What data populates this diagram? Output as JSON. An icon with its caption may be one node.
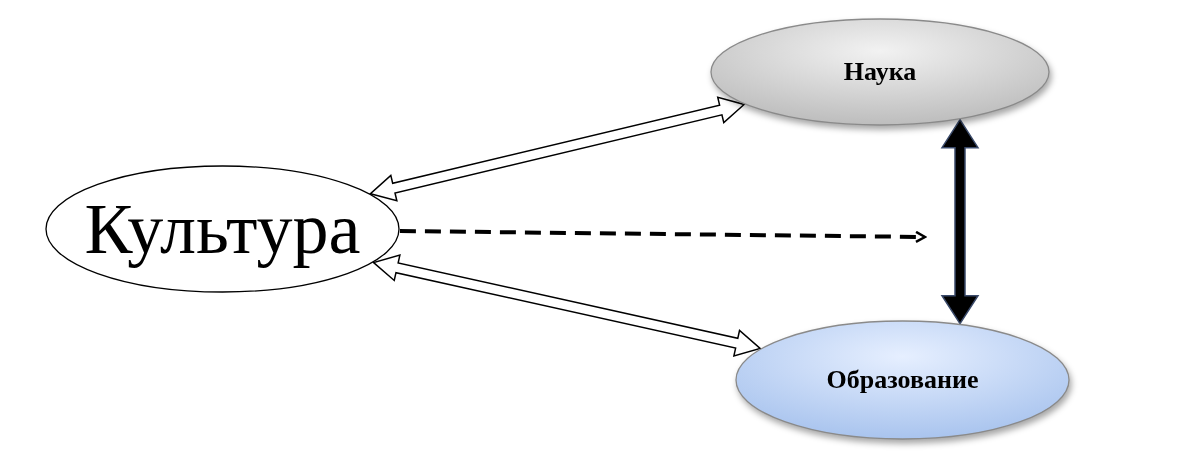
{
  "diagram": {
    "nodes": [
      {
        "text": [
          "Культура"
        ]
      },
      {
        "text": [
          "Наука"
        ]
      },
      {
        "text": [
          "Образование"
        ]
      }
    ],
    "edges": [
      {
        "from": 0,
        "to": 1,
        "arrow": "both"
      },
      {
        "from": 0,
        "to": 2,
        "arrow": "both"
      },
      {
        "from": 1,
        "to": 2,
        "arrow": "both",
        "style": "thick"
      },
      {
        "from": 0,
        "to": null,
        "arrow": "to",
        "style": "dashed"
      }
    ]
  }
}
